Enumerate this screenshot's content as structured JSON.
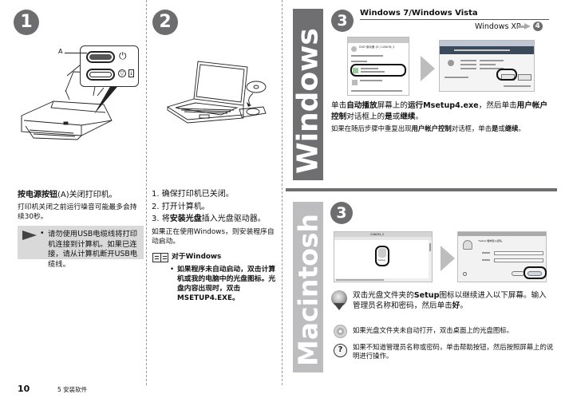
{
  "page": {
    "page_number": "10",
    "section_title": "5 安装软件"
  },
  "step1": {
    "badge": "1",
    "callout_label": "A",
    "instruction_bold_prefix": "按电源按钮",
    "instruction_rest": "(A)关闭打印机。",
    "detail": "打印机关闭之前运行噪音可能最多会持续30秒。",
    "note_bullet": "•",
    "note": "请勿使用USB电缆线将打印机连接到计算机。如果已连接，请从计算机断开USB电缆线。"
  },
  "step2": {
    "badge": "2",
    "items": [
      {
        "num": "1.",
        "text": "确保打印机已关闭。"
      },
      {
        "num": "2.",
        "text": "打开计算机。"
      },
      {
        "num": "3.",
        "text_pre": "将",
        "text_bold": "安装光盘",
        "text_post": "插入光盘驱动器。"
      }
    ],
    "auto_start": "如果正在使用Windows，则安装程序自动启动。",
    "windows_note_heading": "对于Windows",
    "windows_note_bullet": "•",
    "windows_note_text": "如果程序未自动启动，双击计算机或我的电脑中的光盘图标。光盘内容出现时，双击MSETUP4.EXE。"
  },
  "windows_section": {
    "side_label": "Windows",
    "badge": "3",
    "heading": "Windows 7/Windows Vista",
    "xp_link_label": "Windows XP",
    "xp_link_target": "4",
    "screenshot1_title": "DVD 驱动器 (E:) CANON_3",
    "screenshot2_title": "用户帐户控制",
    "instruction_parts": [
      {
        "t": "单击",
        "b": false
      },
      {
        "t": "自动播放",
        "b": true
      },
      {
        "t": "屏幕上的",
        "b": false
      },
      {
        "t": "运行Msetup4.exe",
        "b": true
      },
      {
        "t": "，然后单击",
        "b": false
      },
      {
        "t": "用户帐户控制",
        "b": true
      },
      {
        "t": "对话框上的",
        "b": false
      },
      {
        "t": "是",
        "b": true
      },
      {
        "t": "或",
        "b": false
      },
      {
        "t": "继续",
        "b": true
      },
      {
        "t": "。",
        "b": false
      }
    ],
    "repeat_note_parts": [
      {
        "t": "如果在随后步骤中重复出现",
        "b": false
      },
      {
        "t": "用户帐户控制",
        "b": true
      },
      {
        "t": "对话框，单击",
        "b": false
      },
      {
        "t": "是",
        "b": true
      },
      {
        "t": "或",
        "b": false
      },
      {
        "t": "继续",
        "b": true
      },
      {
        "t": "。",
        "b": false
      }
    ]
  },
  "mac_section": {
    "side_label": "Macintosh",
    "badge": "3",
    "screenshot1_title": "CANON_3",
    "screenshot1_icon_label": "Setup",
    "screenshot2_prompt": "\"Setup\"要求键入密码。",
    "instruction_parts": [
      {
        "t": "双击光盘文件夹的",
        "b": false
      },
      {
        "t": "Setup",
        "b": true
      },
      {
        "t": "图标以继续进入以下屏幕。输入管理员名称和密码，然后单击",
        "b": false
      },
      {
        "t": "好",
        "b": true
      },
      {
        "t": "。",
        "b": false
      }
    ],
    "disc_note": "如果光盘文件夹未自动打开，双击桌面上的光盘图标。",
    "help_note": "如果不知道管理员名称或密码，单击帮助按钮，然后按照屏幕上的说明进行操作。"
  },
  "colors": {
    "badge_gray": "#6d6d70",
    "windows_bar": "#6f6f72",
    "mac_bar": "#bdbdbf",
    "note_bg": "#d9d9da"
  }
}
